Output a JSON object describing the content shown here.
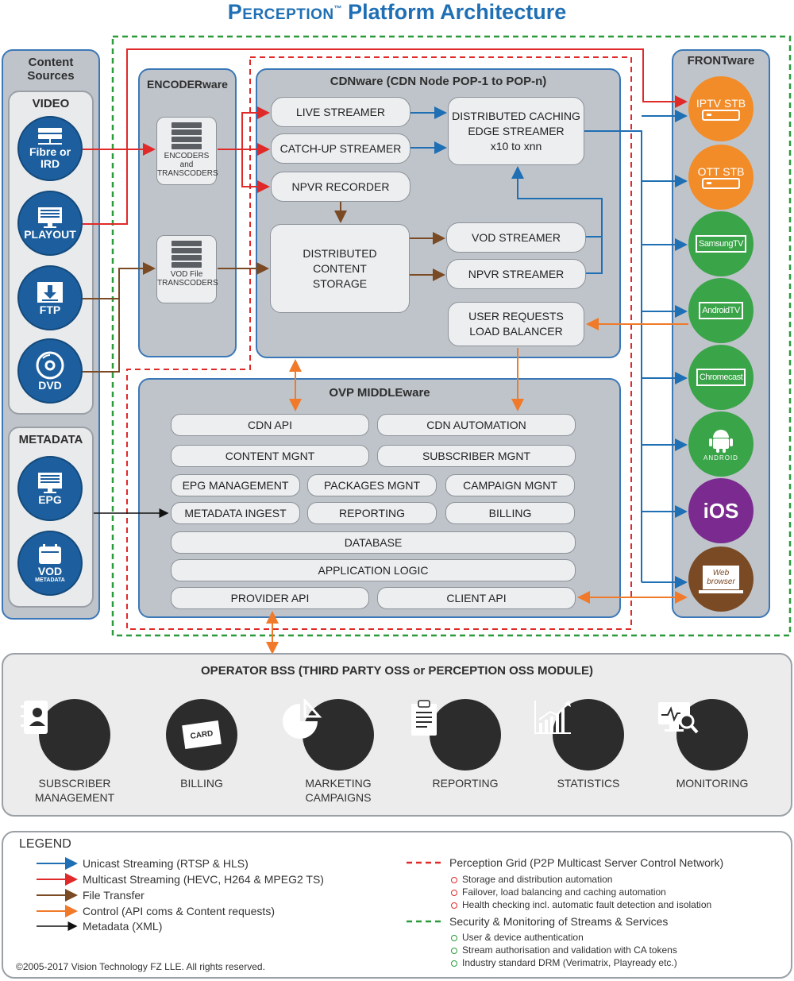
{
  "title": {
    "brand": "Perception",
    "tm": "™",
    "rest": "Platform Architecture"
  },
  "content_sources": {
    "title_line1": "Content",
    "title_line2": "Sources",
    "video_label": "VIDEO",
    "video_items": [
      {
        "line1": "Fibre or",
        "line2": "IRD",
        "icon": "server-icon"
      },
      {
        "line1": "PLAYOUT",
        "line2": "",
        "icon": "monitor-icon"
      },
      {
        "line1": "FTP",
        "line2": "",
        "icon": "download-icon"
      },
      {
        "line1": "DVD",
        "line2": "",
        "icon": "disc-icon"
      }
    ],
    "metadata_label": "METADATA",
    "metadata_items": [
      {
        "line1": "EPG",
        "line2": "",
        "icon": "monitor-icon"
      },
      {
        "line1": "VOD",
        "line2": "METADATA",
        "icon": "calendar-icon"
      }
    ]
  },
  "encoderware": {
    "title": "ENCODERware",
    "encoders": {
      "line1": "ENCODERS and",
      "line2": "TRANSCODERS"
    },
    "vod": {
      "line1": "VOD File",
      "line2": "TRANSCODERS"
    }
  },
  "cdnware": {
    "title": "CDNware (CDN Node POP-1 to POP-n)",
    "live_streamer": "LIVE STREAMER",
    "catchup_streamer": "CATCH-UP STREAMER",
    "npvr_recorder": "NPVR RECORDER",
    "caching": {
      "line1": "DISTRIBUTED CACHING",
      "line2": "EDGE STREAMER",
      "line3": "x10 to xnn"
    },
    "storage": {
      "line1": "DISTRIBUTED",
      "line2": "CONTENT",
      "line3": "STORAGE"
    },
    "vod_streamer": "VOD STREAMER",
    "npvr_streamer": "NPVR STREAMER",
    "user_requests": {
      "line1": "USER REQUESTS",
      "line2": "LOAD BALANCER"
    }
  },
  "middleware": {
    "title": "OVP MIDDLEware",
    "cdn_api": "CDN API",
    "cdn_automation": "CDN AUTOMATION",
    "content_mgnt": "CONTENT MGNT",
    "subscriber_mgnt": "SUBSCRIBER MGNT",
    "epg_management": "EPG MANAGEMENT",
    "packages_mgnt": "PACKAGES MGNT",
    "campaign_mgnt": "CAMPAIGN MGNT",
    "metadata_ingest": "METADATA INGEST",
    "reporting": "REPORTING",
    "billing": "BILLING",
    "database": "DATABASE",
    "application_logic": "APPLICATION LOGIC",
    "provider_api": "PROVIDER API",
    "client_api": "CLIENT API"
  },
  "frontware": {
    "title": "FRONTware",
    "devices": [
      {
        "label": "IPTV STB",
        "color": "#f28c28",
        "icon": "stb-icon"
      },
      {
        "label": "OTT STB",
        "color": "#f28c28",
        "icon": "stb-icon"
      },
      {
        "label": "SamsungTV",
        "color": "#3aa449",
        "icon": "tv-icon"
      },
      {
        "label": "AndroidTV",
        "color": "#3aa449",
        "icon": "tv-icon"
      },
      {
        "label": "Chromecast",
        "color": "#3aa449",
        "icon": "tv-icon"
      },
      {
        "label": "ANDROID",
        "color": "#3aa449",
        "icon": "android-icon"
      },
      {
        "label": "iOS",
        "color": "#7b2b8f",
        "icon": "ios-icon"
      },
      {
        "label": "Web browser",
        "color": "#7a4a24",
        "icon": "laptop-icon"
      }
    ]
  },
  "bss": {
    "title": "OPERATOR BSS  (THIRD PARTY OSS or PERCEPTION OSS MODULE)",
    "items": [
      {
        "line1": "SUBSCRIBER",
        "line2": "MANAGEMENT",
        "icon": "contact-book-icon"
      },
      {
        "line1": "BILLING",
        "line2": "",
        "icon": "card-icon",
        "icon_text": "CARD"
      },
      {
        "line1": "MARKETING",
        "line2": "CAMPAIGNS",
        "icon": "pie-chart-icon"
      },
      {
        "line1": "REPORTING",
        "line2": "",
        "icon": "clipboard-icon"
      },
      {
        "line1": "STATISTICS",
        "line2": "",
        "icon": "bar-chart-icon"
      },
      {
        "line1": "MONITORING",
        "line2": "",
        "icon": "monitor-search-icon"
      }
    ]
  },
  "legend": {
    "title": "LEGEND",
    "lines": [
      {
        "label": "Unicast Streaming (RTSP & HLS)",
        "color": "#1f6fb4"
      },
      {
        "label": "Multicast Streaming (HEVC, H264 & MPEG2 TS)",
        "color": "#e02a2a"
      },
      {
        "label": "File Transfer",
        "color": "#7a4a24"
      },
      {
        "label": "Control (API coms & Content requests)",
        "color": "#f07a2a"
      },
      {
        "label": "Metadata (XML)",
        "color": "#111111"
      }
    ],
    "grid_title": "Perception Grid (P2P Multicast Server Control Network)",
    "grid_color": "#e02a2a",
    "grid_items": [
      "Storage and distribution automation",
      "Failover, load balancing and caching automation",
      "Health checking incl. automatic fault detection and isolation"
    ],
    "security_title": "Security & Monitoring of Streams & Services",
    "security_color": "#2a9a3a",
    "security_items": [
      "User & device authentication",
      "Stream authorisation and validation with CA tokens",
      "Industry standard DRM (Verimatrix, Playready etc.)"
    ]
  },
  "copyright": "©2005-2017 Vision Technology FZ LLE. All rights reserved."
}
